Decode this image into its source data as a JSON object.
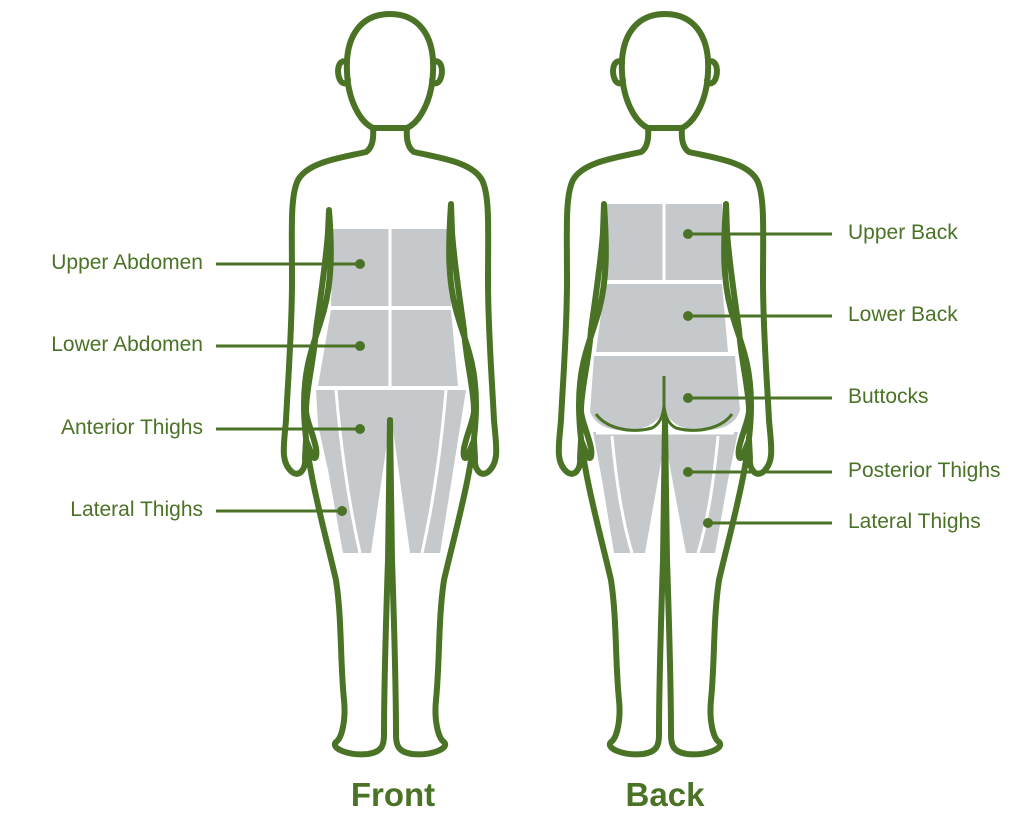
{
  "colors": {
    "outline": "#4a7326",
    "label": "#4a7326",
    "zone_fill": "#c6c9cb",
    "zone_divider": "#ffffff",
    "background": "#ffffff"
  },
  "views": [
    {
      "title": "Front",
      "zones": [
        "Upper Abdomen",
        "Lower Abdomen",
        "Anterior Thighs",
        "Lateral Thighs"
      ]
    },
    {
      "title": "Back",
      "zones": [
        "Upper Back",
        "Lower Back",
        "Buttocks",
        "Posterior Thighs",
        "Lateral Thighs"
      ]
    }
  ]
}
